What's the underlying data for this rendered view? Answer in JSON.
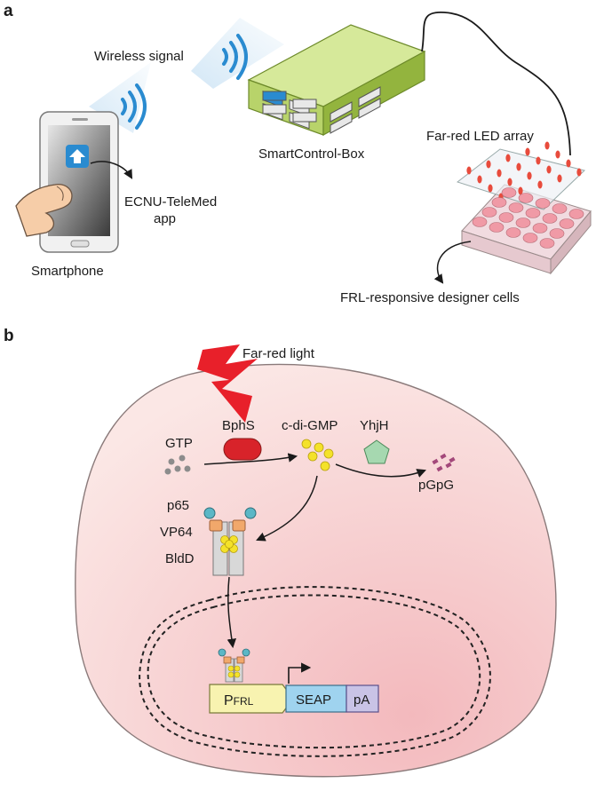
{
  "panel_a": {
    "label": "a",
    "wireless_signal": "Wireless signal",
    "smartcontrol_box": "SmartControl-Box",
    "far_red_led_array": "Far-red LED array",
    "app_line1": "ECNU-TeleMed",
    "app_line2": "app",
    "smartphone": "Smartphone",
    "designer_cells": "FRL-responsive designer cells"
  },
  "panel_b": {
    "label": "b",
    "far_red_light": "Far-red light",
    "bphs": "BphS",
    "c_di_gmp": "c-di-GMP",
    "yhjh": "YhjH",
    "gtp": "GTP",
    "pgpg": "pGpG",
    "p65": "p65",
    "vp64": "VP64",
    "bldd": "BldD",
    "promoter_main": "P",
    "promoter_sub": "FRL",
    "seap": "SEAP",
    "pa": "pA"
  },
  "colors": {
    "cell_fill": "#f7d2d2",
    "cell_stroke": "#8a7a7a",
    "box_green": "#b8d36a",
    "bphs_red": "#d8232a",
    "yhjh_green": "#a6d8b0",
    "c_di_gmp_yellow": "#f4e22a",
    "gtp_grey": "#8c8c8c",
    "pgpg_purple": "#a3487a",
    "p65_teal": "#5bb7c6",
    "vp64_orange": "#f1a86b",
    "promoter_yellow": "#f8f3b0",
    "seap_blue": "#9fd3ef",
    "pa_purple": "#c9c3e6",
    "signal_blue": "#2a8bd0",
    "lightning_red": "#e8202a"
  }
}
